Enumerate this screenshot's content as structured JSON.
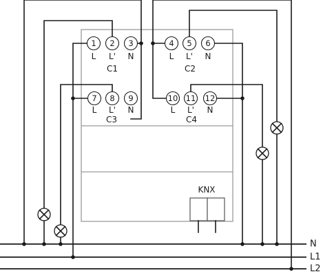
{
  "channels": [
    {
      "name": "C1",
      "terminals": [
        {
          "number": "1",
          "label": "L"
        },
        {
          "number": "2",
          "label": "L'"
        },
        {
          "number": "3",
          "label": "N"
        }
      ]
    },
    {
      "name": "C2",
      "terminals": [
        {
          "number": "4",
          "label": "L"
        },
        {
          "number": "5",
          "label": "L'"
        },
        {
          "number": "6",
          "label": "N"
        }
      ]
    },
    {
      "name": "C3",
      "terminals": [
        {
          "number": "7",
          "label": "L"
        },
        {
          "number": "8",
          "label": "L'"
        },
        {
          "number": "9",
          "label": "N"
        }
      ]
    },
    {
      "name": "C4",
      "terminals": [
        {
          "number": "10",
          "label": "L"
        },
        {
          "number": "11",
          "label": "L'"
        },
        {
          "number": "12",
          "label": "N"
        }
      ]
    }
  ],
  "bus": {
    "label": "KNX"
  },
  "rails": [
    {
      "label": "N"
    },
    {
      "label": "L1"
    },
    {
      "label": "L2"
    }
  ],
  "lamps": [
    {
      "name": "lamp-c1"
    },
    {
      "name": "lamp-c3"
    },
    {
      "name": "lamp-c2"
    },
    {
      "name": "lamp-c4"
    }
  ]
}
